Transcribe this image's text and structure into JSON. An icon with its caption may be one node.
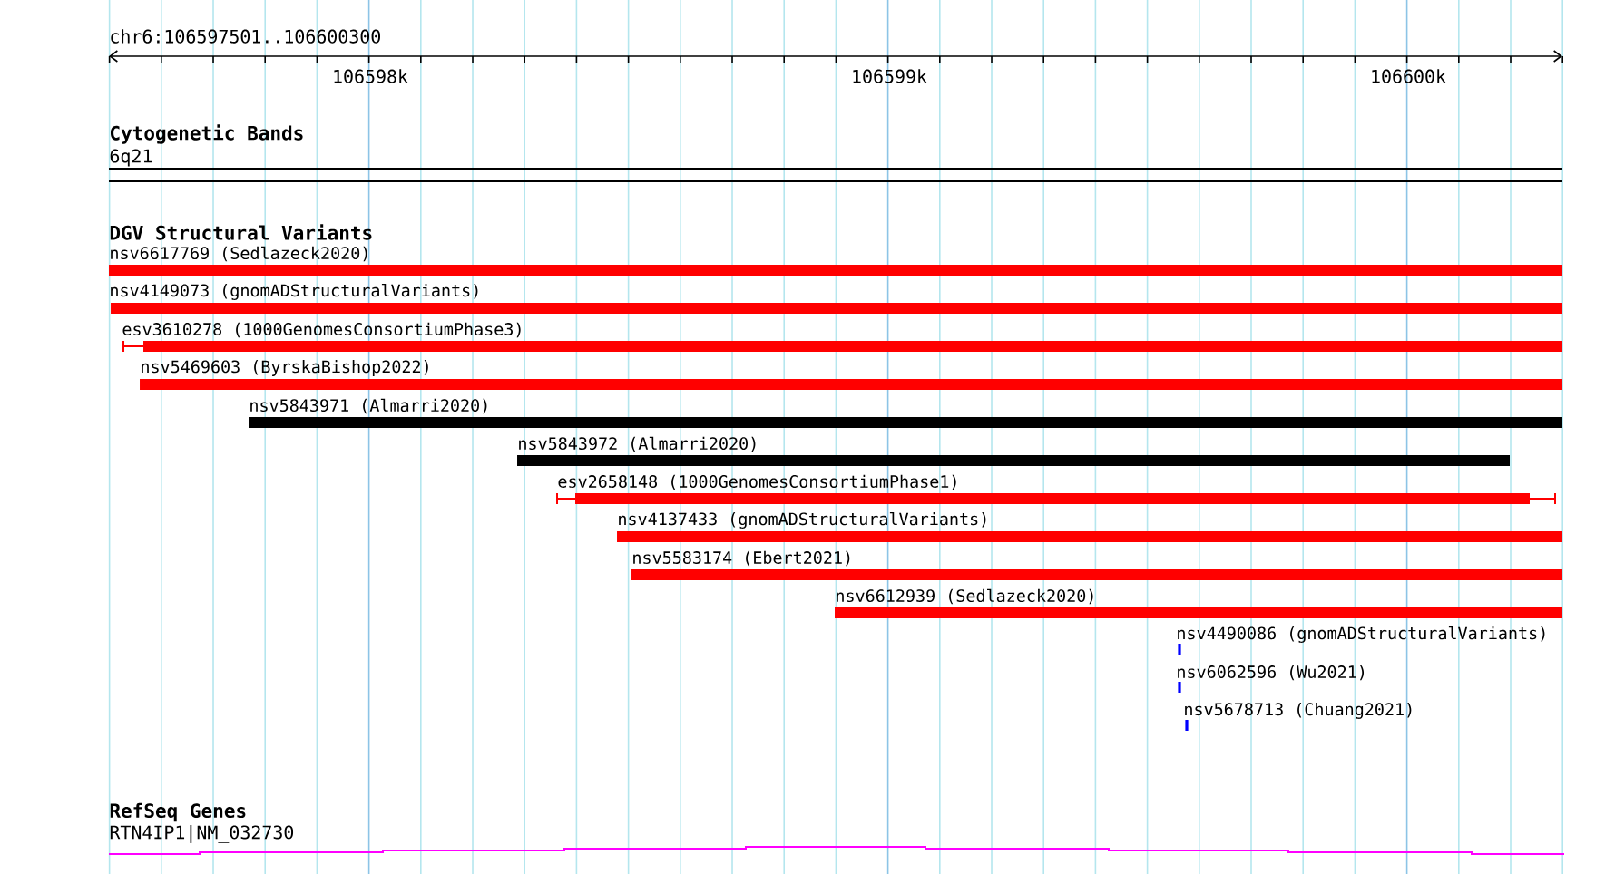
{
  "diagram": {
    "nodes": [
      {
        "text": [
          "nsv6617769 (Sedlazeck2020)"
        ]
      },
      {
        "text": [
          "nsv4149073 (gnomADStructuralVariants)"
        ]
      },
      {
        "text": [
          "esv3610278 (1000GenomesConsortiumPhase3)"
        ]
      },
      {
        "text": [
          "nsv5469603 (ByrskaBishop2022)"
        ]
      },
      {
        "text": [
          "nsv5843971 (Almarri2020)"
        ]
      },
      {
        "text": [
          "nsv5843972 (Almarri2020)"
        ]
      },
      {
        "text": [
          "esv2658148 (1000GenomesConsortiumPhase1)"
        ]
      },
      {
        "text": [
          "nsv4137433 (gnomADStructuralVariants)"
        ]
      },
      {
        "text": [
          "nsv5583174 (Ebert2021)"
        ]
      },
      {
        "text": [
          "nsv6612939 (Sedlazeck2020)"
        ]
      },
      {
        "text": [
          "nsv4490086 (gnomADStructuralVariants)"
        ]
      },
      {
        "text": [
          "nsv6062596 (Wu2021)"
        ]
      },
      {
        "text": [
          "nsv5678713 (Chuang2021)"
        ]
      }
    ],
    "labels": [
      "chr6:106597501..106600300",
      "106598k",
      "106599k",
      "106600k",
      "Cytogenetic Bands",
      "6q21",
      "DGV Structural Variants",
      "RefSeq Genes",
      "RTN4IP1|NM_032730"
    ]
  }
}
